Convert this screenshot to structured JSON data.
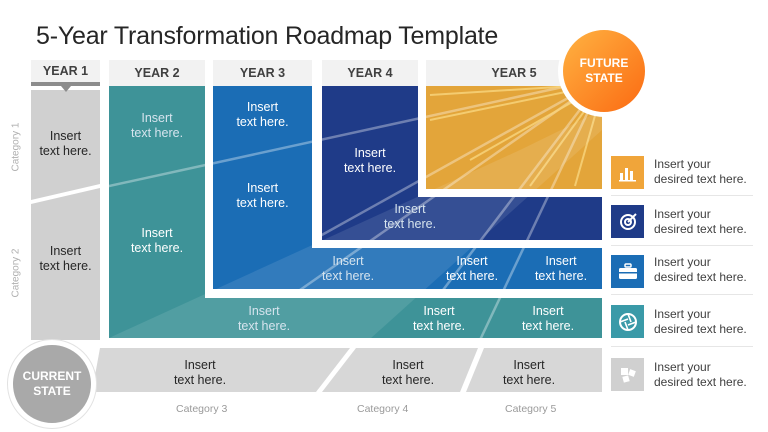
{
  "title": "5-Year Transformation Roadmap Template",
  "years": [
    "YEAR 1",
    "YEAR 2",
    "YEAR 3",
    "YEAR 4",
    "YEAR 5"
  ],
  "categories": [
    "Category 1",
    "Category 2",
    "Category 3",
    "Category 4",
    "Category 5"
  ],
  "placeholder": "Insert\ntext here.",
  "current_state": "CURRENT\nSTATE",
  "future_state": "FUTURE\nSTATE",
  "legend": [
    {
      "text": "Insert your\ndesired text here.",
      "icon": "bar-chart-icon",
      "color": "#f0a53a"
    },
    {
      "text": "Insert your\ndesired text here.",
      "icon": "target-icon",
      "color": "#1f3b88"
    },
    {
      "text": "Insert your\ndesired text here.",
      "icon": "briefcase-icon",
      "color": "#1b6db5"
    },
    {
      "text": "Insert your\ndesired text here.",
      "icon": "aperture-icon",
      "color": "#3a9aa8"
    },
    {
      "text": "Insert your\ndesired text here.",
      "icon": "puzzle-icon",
      "color": "#d0d0d0"
    }
  ],
  "colors": {
    "year1_grey": "#d0d0d0",
    "teal": "#3e9398",
    "blue": "#1b6db5",
    "navy": "#1f3b88",
    "gold": "#e3a53a",
    "bottom_grey": "#d7d7d7"
  }
}
